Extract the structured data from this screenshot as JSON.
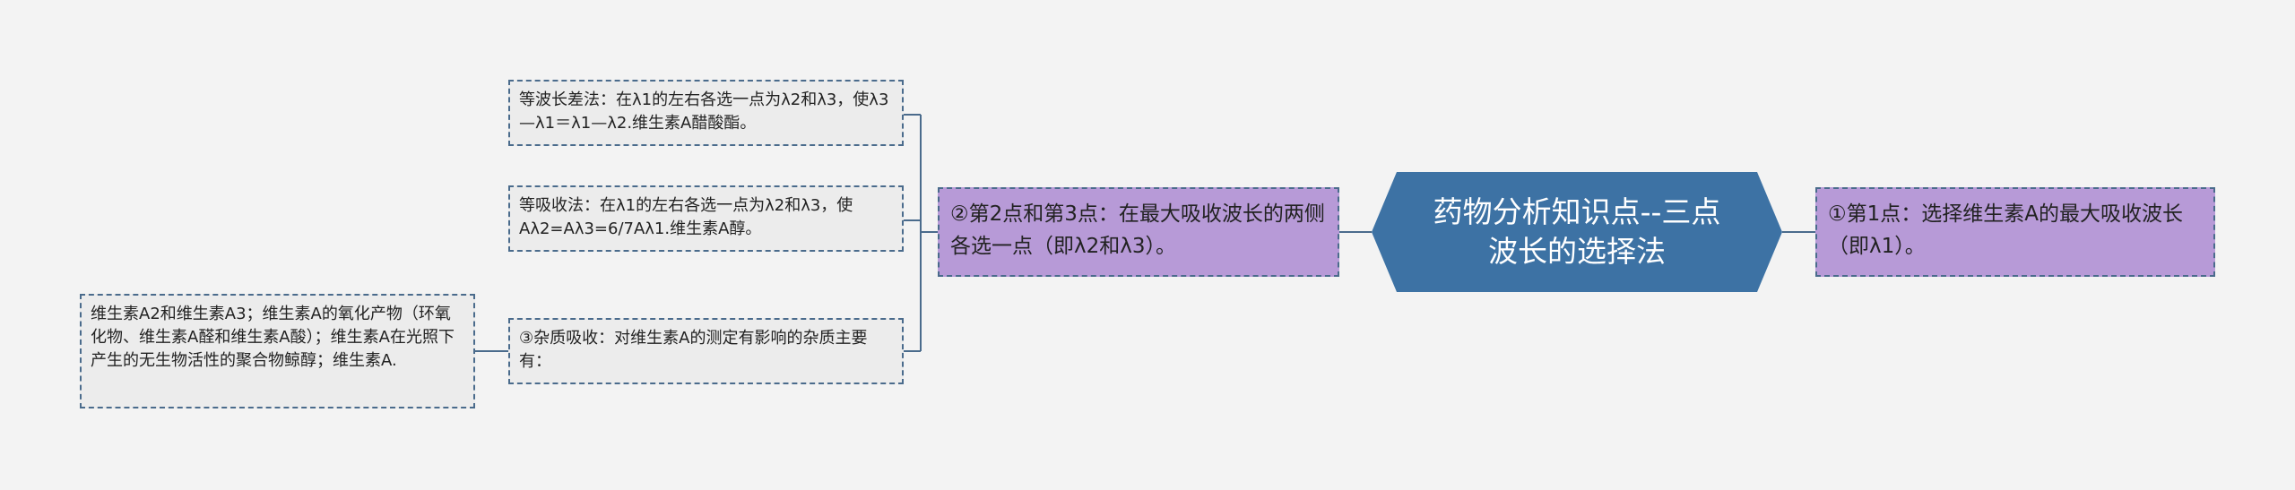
{
  "root": {
    "title": "药物分析知识点--三点波长的选择法"
  },
  "right": {
    "point1": "①第1点：选择维生素A的最大吸收波长（即λ1）。"
  },
  "left": {
    "point23": "②第2点和第3点：在最大吸收波长的两侧各选一点（即λ2和λ3）。",
    "children": {
      "equal_diff": "等波长差法：在λ1的左右各选一点为λ2和λ3，使λ3—λ1＝λ1—λ2.维生素A醋酸酯。",
      "equal_abs": "等吸收法：在λ1的左右各选一点为λ2和λ3，使Aλ2=Aλ3=6/7Aλ1.维生素A醇。",
      "impurity": "③杂质吸收：对维生素A的测定有影响的杂质主要有：",
      "impurity_detail": "维生素A2和维生素A3；维生素A的氧化产物（环氧化物、维生素A醛和维生素A酸）；维生素A在光照下产生的无生物活性的聚合物鲸醇；维生素A."
    }
  },
  "colors": {
    "background": "#f3f3f3",
    "root_fill": "#3d72a4",
    "purple_fill": "#b79ad7",
    "leaf_fill": "#ececec",
    "line": "#4a6b8c"
  }
}
